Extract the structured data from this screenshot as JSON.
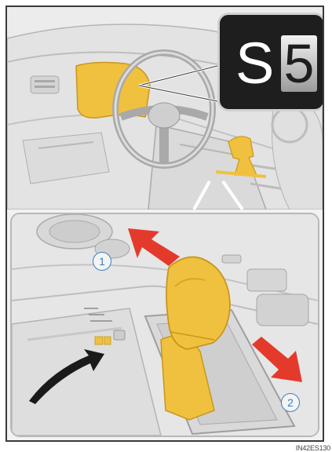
{
  "display": {
    "mode_letter": "S",
    "gear_number": "5"
  },
  "callouts": {
    "one": "1",
    "two": "2"
  },
  "figure_code": "IN42ES130",
  "colors": {
    "highlight": "#f0c13e",
    "arrow": "#e43a2c",
    "callout_blue": "#3a7fc4",
    "border": "#3a3a3a"
  },
  "icons": [
    "steering-wheel-icon",
    "shift-lever-icon",
    "forward-arrow-icon",
    "back-arrow-icon",
    "pointer-arrow-icon"
  ]
}
